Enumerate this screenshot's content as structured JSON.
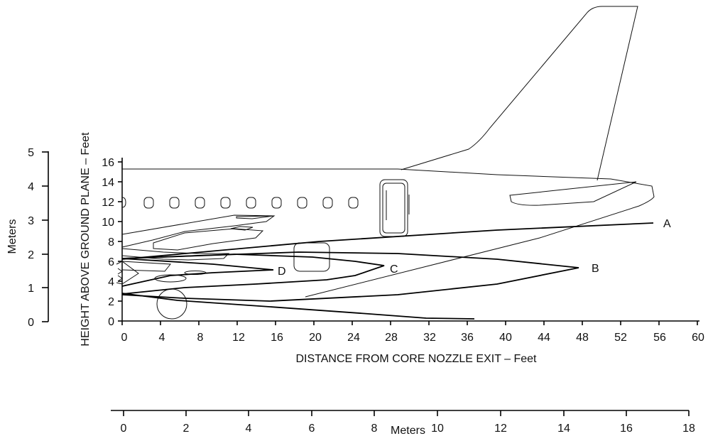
{
  "axes": {
    "x_feet": {
      "label": "DISTANCE FROM CORE NOZZLE EXIT – Feet",
      "ticks": [
        "0",
        "4",
        "8",
        "12",
        "16",
        "20",
        "24",
        "28",
        "32",
        "36",
        "40",
        "44",
        "48",
        "52",
        "56",
        "60"
      ]
    },
    "x_meters": {
      "label": "Meters",
      "ticks": [
        "0",
        "2",
        "4",
        "6",
        "8",
        "10",
        "12",
        "14",
        "16",
        "18"
      ]
    },
    "y_feet": {
      "label": "HEIGHT ABOVE GROUND PLANE – Feet",
      "ticks": [
        "0",
        "2",
        "4",
        "6",
        "8",
        "10",
        "12",
        "14",
        "16"
      ]
    },
    "y_meters": {
      "label": "Meters",
      "ticks": [
        "0",
        "1",
        "2",
        "3",
        "4",
        "5"
      ]
    }
  },
  "contours": {
    "A": "A",
    "B": "B",
    "C": "C",
    "D": "D"
  }
}
